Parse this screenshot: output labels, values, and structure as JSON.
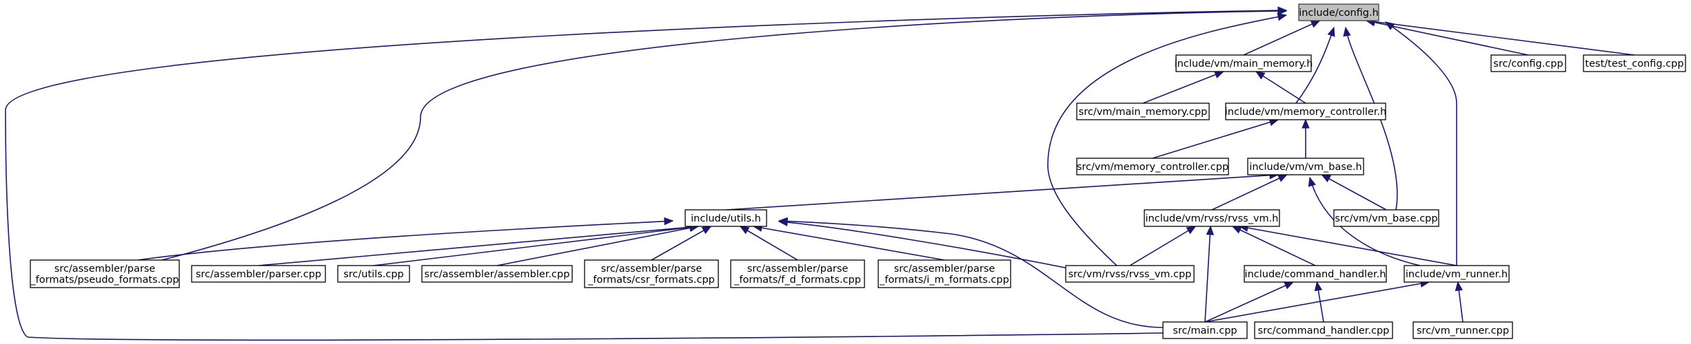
{
  "graph": {
    "nodes": [
      {
        "id": "config_h",
        "lines": [
          "include/config.h"
        ],
        "root": true
      },
      {
        "id": "main_memory_h",
        "lines": [
          "include/vm/main_memory.h"
        ]
      },
      {
        "id": "config_cpp",
        "lines": [
          "src/config.cpp"
        ]
      },
      {
        "id": "test_config_cpp",
        "lines": [
          "test/test_config.cpp"
        ]
      },
      {
        "id": "main_memory_cpp",
        "lines": [
          "src/vm/main_memory.cpp"
        ]
      },
      {
        "id": "memory_controller_h",
        "lines": [
          "include/vm/memory_controller.h"
        ]
      },
      {
        "id": "memory_controller_cpp",
        "lines": [
          "src/vm/memory_controller.cpp"
        ]
      },
      {
        "id": "vm_base_h",
        "lines": [
          "include/vm/vm_base.h"
        ]
      },
      {
        "id": "utils_h",
        "lines": [
          "include/utils.h"
        ]
      },
      {
        "id": "rvss_vm_h",
        "lines": [
          "include/vm/rvss/rvss_vm.h"
        ]
      },
      {
        "id": "vm_base_cpp",
        "lines": [
          "src/vm/vm_base.cpp"
        ]
      },
      {
        "id": "pseudo_formats_cpp",
        "lines": [
          "src/assembler/parse",
          "_formats/pseudo_formats.cpp"
        ]
      },
      {
        "id": "parser_cpp",
        "lines": [
          "src/assembler/parser.cpp"
        ]
      },
      {
        "id": "utils_cpp",
        "lines": [
          "src/utils.cpp"
        ]
      },
      {
        "id": "assembler_cpp",
        "lines": [
          "src/assembler/assembler.cpp"
        ]
      },
      {
        "id": "csr_formats_cpp",
        "lines": [
          "src/assembler/parse",
          "_formats/csr_formats.cpp"
        ]
      },
      {
        "id": "f_d_formats_cpp",
        "lines": [
          "src/assembler/parse",
          "_formats/f_d_formats.cpp"
        ]
      },
      {
        "id": "i_m_formats_cpp",
        "lines": [
          "src/assembler/parse",
          "_formats/i_m_formats.cpp"
        ]
      },
      {
        "id": "rvss_vm_cpp",
        "lines": [
          "src/vm/rvss/rvss_vm.cpp"
        ]
      },
      {
        "id": "command_handler_h",
        "lines": [
          "include/command_handler.h"
        ]
      },
      {
        "id": "vm_runner_h",
        "lines": [
          "include/vm_runner.h"
        ]
      },
      {
        "id": "main_cpp",
        "lines": [
          "src/main.cpp"
        ]
      },
      {
        "id": "command_handler_cpp",
        "lines": [
          "src/command_handler.cpp"
        ]
      },
      {
        "id": "vm_runner_cpp",
        "lines": [
          "src/vm_runner.cpp"
        ]
      }
    ],
    "edges": [
      {
        "from": "main_memory_h",
        "to": "config_h"
      },
      {
        "from": "config_cpp",
        "to": "config_h"
      },
      {
        "from": "test_config_cpp",
        "to": "config_h"
      },
      {
        "from": "memory_controller_h",
        "to": "config_h"
      },
      {
        "from": "vm_base_cpp",
        "to": "config_h"
      },
      {
        "from": "vm_runner_h",
        "to": "config_h"
      },
      {
        "from": "rvss_vm_cpp",
        "to": "config_h"
      },
      {
        "from": "pseudo_formats_cpp",
        "to": "config_h"
      },
      {
        "from": "main_cpp",
        "to": "config_h"
      },
      {
        "from": "main_memory_cpp",
        "to": "main_memory_h"
      },
      {
        "from": "memory_controller_h",
        "to": "main_memory_h"
      },
      {
        "from": "memory_controller_cpp",
        "to": "memory_controller_h"
      },
      {
        "from": "vm_base_h",
        "to": "memory_controller_h"
      },
      {
        "from": "utils_h",
        "to": "vm_base_h"
      },
      {
        "from": "rvss_vm_h",
        "to": "vm_base_h"
      },
      {
        "from": "vm_base_cpp",
        "to": "vm_base_h"
      },
      {
        "from": "vm_runner_h",
        "to": "vm_base_h"
      },
      {
        "from": "rvss_vm_cpp",
        "to": "rvss_vm_h"
      },
      {
        "from": "main_cpp",
        "to": "rvss_vm_h"
      },
      {
        "from": "command_handler_h",
        "to": "rvss_vm_h"
      },
      {
        "from": "vm_runner_h",
        "to": "rvss_vm_h"
      },
      {
        "from": "pseudo_formats_cpp",
        "to": "utils_h"
      },
      {
        "from": "parser_cpp",
        "to": "utils_h"
      },
      {
        "from": "utils_cpp",
        "to": "utils_h"
      },
      {
        "from": "assembler_cpp",
        "to": "utils_h"
      },
      {
        "from": "csr_formats_cpp",
        "to": "utils_h"
      },
      {
        "from": "f_d_formats_cpp",
        "to": "utils_h"
      },
      {
        "from": "i_m_formats_cpp",
        "to": "utils_h"
      },
      {
        "from": "rvss_vm_cpp",
        "to": "utils_h"
      },
      {
        "from": "main_cpp",
        "to": "utils_h"
      },
      {
        "from": "main_cpp",
        "to": "command_handler_h"
      },
      {
        "from": "command_handler_cpp",
        "to": "command_handler_h"
      },
      {
        "from": "main_cpp",
        "to": "vm_runner_h"
      },
      {
        "from": "vm_runner_cpp",
        "to": "vm_runner_h"
      }
    ]
  }
}
